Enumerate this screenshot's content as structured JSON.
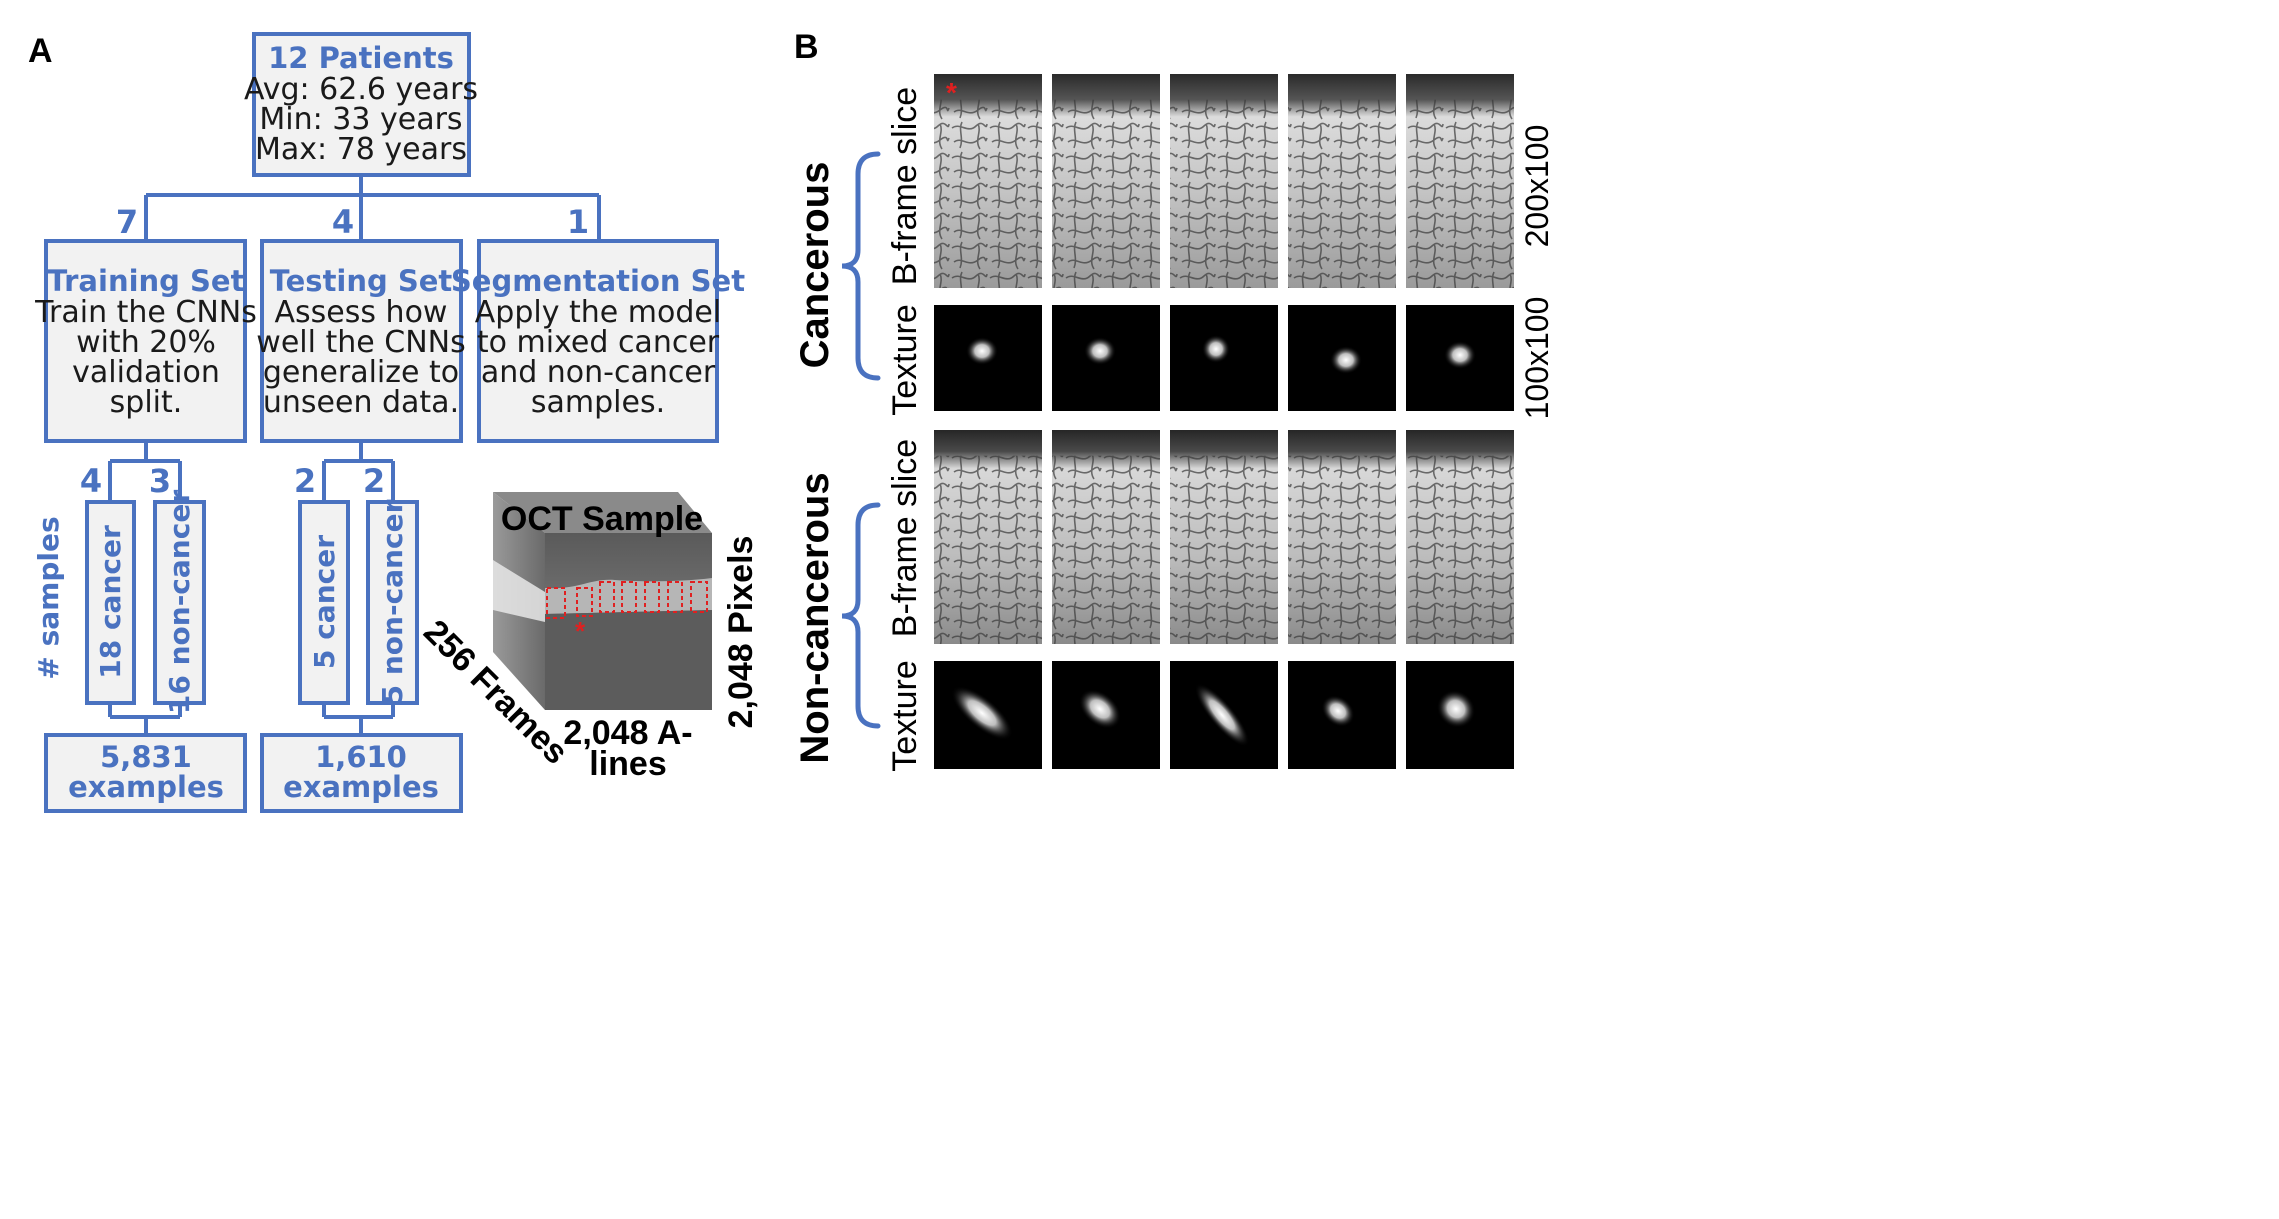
{
  "panel_a": {
    "letter": "A",
    "patients": {
      "title": "12 Patients",
      "lines": [
        "Avg: 62.6 years",
        "Min: 33 years",
        "Max: 78 years"
      ]
    },
    "branch_counts": [
      "7",
      "4",
      "1"
    ],
    "sets": [
      {
        "title": "Training Set",
        "lines": [
          "Train the CNNs",
          "with 20%",
          "validation",
          "split."
        ]
      },
      {
        "title": "Testing Set",
        "lines": [
          "Assess how",
          "well the CNNs",
          "generalize to",
          "unseen data."
        ]
      },
      {
        "title": "Segmentation Set",
        "lines": [
          "Apply the model",
          "to mixed cancer",
          "and non-cancer",
          "samples."
        ]
      }
    ],
    "split_counts": [
      "4",
      "3",
      "2",
      "2"
    ],
    "sample_boxes": [
      "18 cancer",
      "16 non-cancer",
      "5 cancer",
      "5 non-cancer"
    ],
    "samples_axis": "# samples",
    "examples": [
      {
        "count": "5,831",
        "label": "examples"
      },
      {
        "count": "1,610",
        "label": "examples"
      }
    ],
    "oct": {
      "title": "OCT Sample",
      "frames": "256 Frames",
      "pixels": "2,048 Pixels",
      "alines_1": "2,048 A-",
      "alines_2": "lines",
      "marker": "*"
    }
  },
  "panel_b": {
    "letter": "B",
    "groups": [
      {
        "name": "Cancerous",
        "rows": [
          "B-frame slice",
          "Texture"
        ]
      },
      {
        "name": "Non-cancerous",
        "rows": [
          "B-frame slice",
          "Texture"
        ]
      }
    ],
    "sizes": [
      "200x100",
      "100x100"
    ],
    "marker": "*",
    "colors": {
      "accent": "#4a72c0",
      "box_fill": "#f2f2f2",
      "marker": "#e02020"
    }
  }
}
